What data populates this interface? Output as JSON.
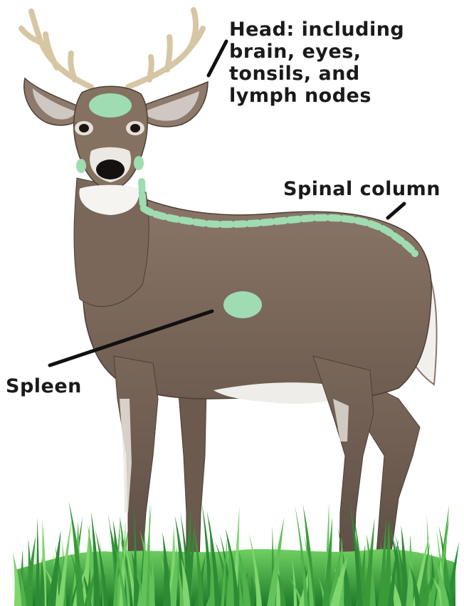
{
  "labels": {
    "head": [
      "Head: including",
      "brain, eyes,",
      "tonsils, and",
      "lymph nodes"
    ],
    "spine": "Spinal column",
    "spleen": "Spleen"
  },
  "colors": {
    "marker": "#9fdcb1",
    "leader_line": "#111111",
    "background": "#ffffff",
    "coat": "#7d6a5c",
    "coat_dark": "#5b4b40",
    "belly_white": "#f3f1ee",
    "antler": "#d8c9a8",
    "grass": "#3a9a3a",
    "grass_light": "#63c25a"
  }
}
